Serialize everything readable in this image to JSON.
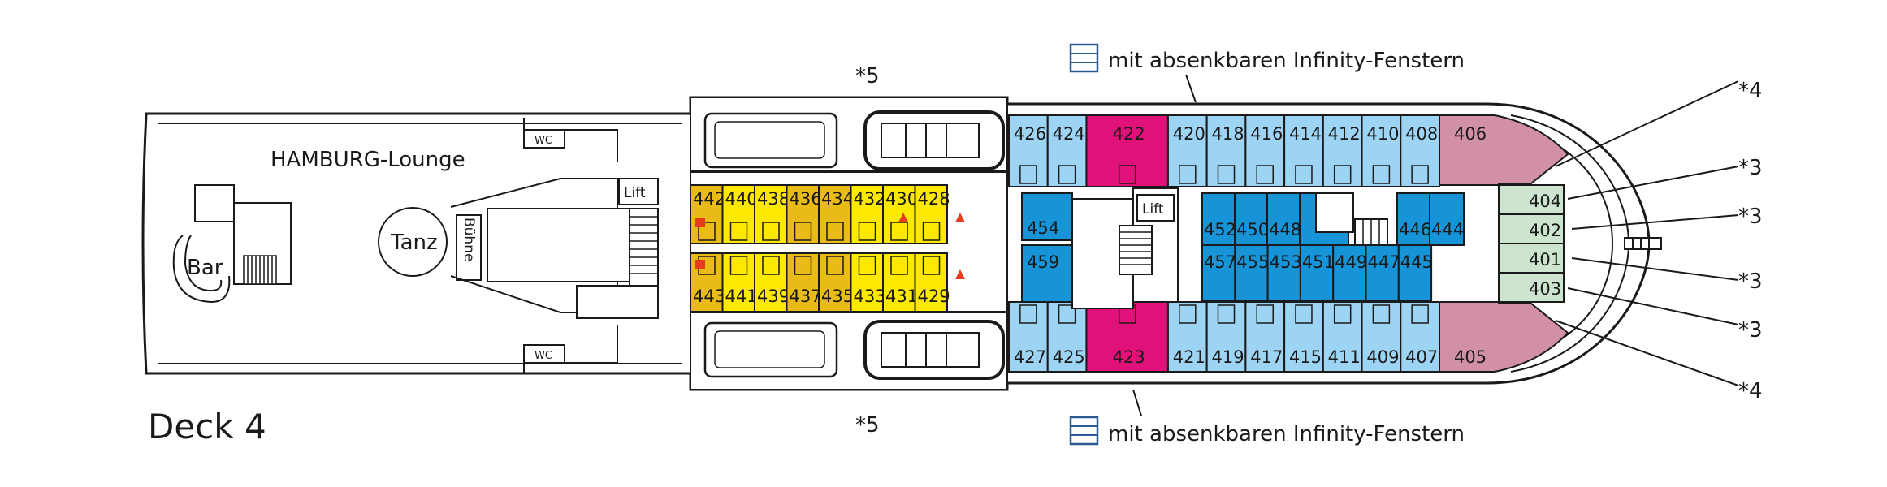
{
  "deck_label": "Deck 4",
  "lounge_label": "HAMBURG-Lounge",
  "bar_label": "Bar",
  "dance_label": "Tanz",
  "stage_label": "Bühne",
  "lift_label": "Lift",
  "wc_label": "WC",
  "lifeboat_note": "*5",
  "infinity_windows_label": "mit absenkbaren Infinity-Fenstern",
  "callouts": [
    "*4",
    "*3",
    "*3",
    "*3",
    "*3",
    "*4"
  ],
  "colors": {
    "yellow_light": "#fde800",
    "yellow_dark": "#e9bb16",
    "blue_light": "#9dd3f3",
    "blue_dark": "#1793d8",
    "magenta": "#e0127a",
    "pink": "#d290a6",
    "green": "#cde5cf",
    "accessible_marker": "#e63b1d"
  },
  "cabins": {
    "yellow_top": [
      "442",
      "440",
      "438",
      "436",
      "434",
      "432",
      "430",
      "428"
    ],
    "yellow_bottom": [
      "443",
      "441",
      "439",
      "437",
      "435",
      "433",
      "431",
      "429"
    ],
    "blue_top": [
      "426",
      "424",
      "422",
      "420",
      "418",
      "416",
      "414",
      "412",
      "410",
      "408"
    ],
    "blue_bottom": [
      "427",
      "425",
      "423",
      "421",
      "419",
      "417",
      "415",
      "411",
      "409",
      "407"
    ],
    "inner_left": [
      "454",
      "459"
    ],
    "inner_top": [
      "452",
      "450",
      "448",
      "446",
      "444"
    ],
    "inner_bottom": [
      "457",
      "455",
      "453",
      "451",
      "449",
      "447",
      "445"
    ],
    "bow_top": "406",
    "bow_bottom": "405",
    "green": [
      "404",
      "402",
      "401",
      "403"
    ]
  }
}
